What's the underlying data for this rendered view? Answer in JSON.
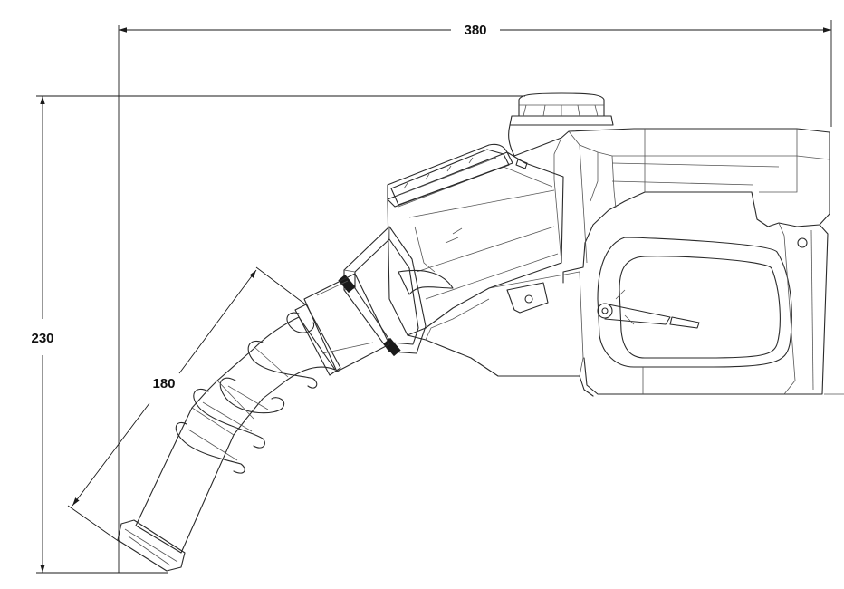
{
  "drawing": {
    "subject": "fuel nozzle",
    "dimensions": {
      "overall_width": "380",
      "overall_height": "230",
      "spout_length": "180"
    }
  }
}
